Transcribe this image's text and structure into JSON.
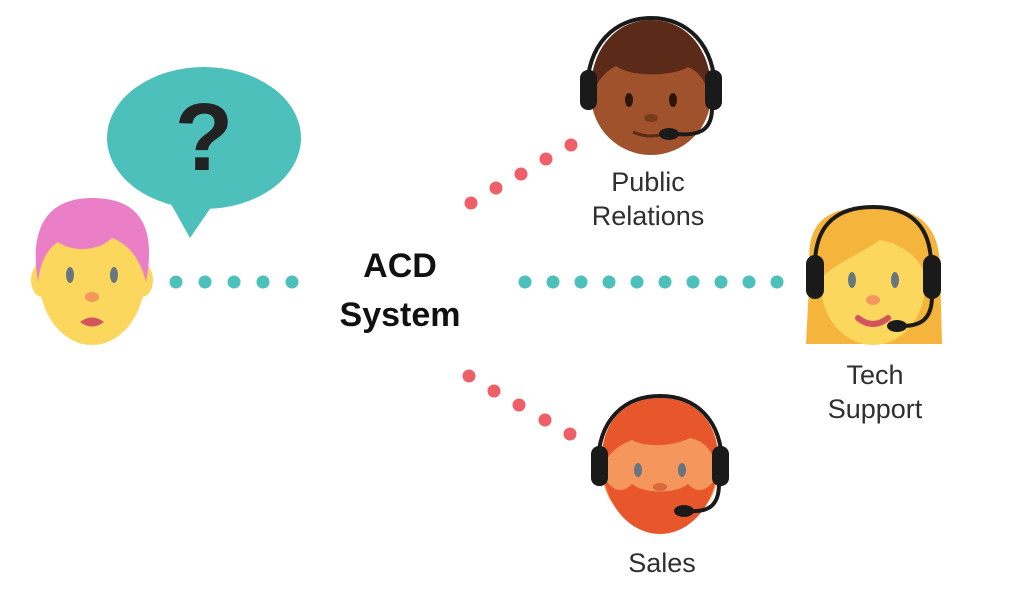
{
  "hub": {
    "line1": "ACD",
    "line2": "System"
  },
  "caller": {
    "bubble_text": "?"
  },
  "agents": [
    {
      "key": "public-relations",
      "line1": "Public",
      "line2": "Relations"
    },
    {
      "key": "tech-support",
      "line1": "Tech",
      "line2": "Support"
    },
    {
      "key": "sales",
      "line1": "Sales",
      "line2": ""
    }
  ],
  "colors": {
    "bubble": "#4ec0bc",
    "teal_dots": "#4ec0bc",
    "coral_dots": "#ee5f68",
    "face_yellow": "#fcd75e",
    "face_brown": "#a0522d",
    "face_orange": "#f5975c",
    "hair_pink": "#ea7fc7",
    "hair_dark_brown": "#5c2a18",
    "hair_golden": "#f5b43c",
    "hair_red": "#e8572c",
    "headset": "#1a1a1a"
  }
}
